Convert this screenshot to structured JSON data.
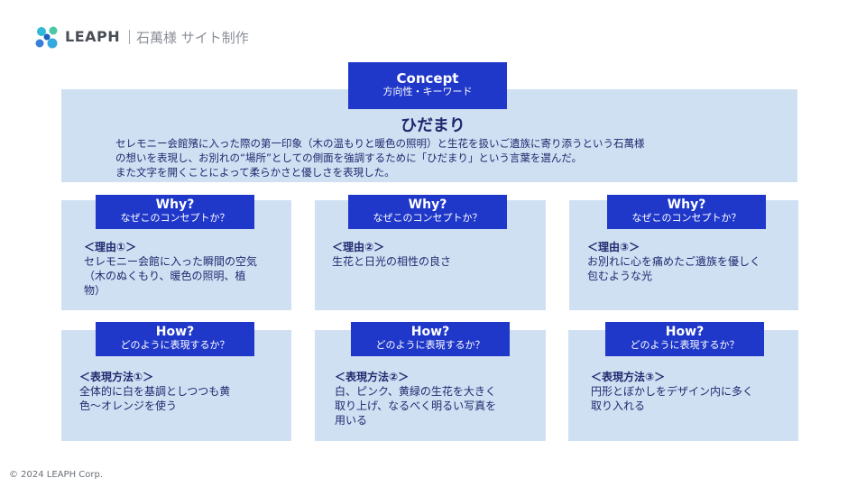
{
  "header": {
    "brand": "LEAPH",
    "subtitle": "石萬様 サイト制作"
  },
  "concept": {
    "tag_title": "Concept",
    "tag_sub": "方向性・キーワード",
    "keyword": "ひだまり",
    "lines": [
      "セレモニー会館殯に入った際の第一印象（木の温もりと暖色の照明）と生花を扱いご遺族に寄り添うという石萬様",
      "の想いを表現し、お別れの“場所”としての側面を強調するために「ひだまり」という言葉を選んだ。",
      "また文字を開くことによって柔らかさと優しさを表現した。"
    ]
  },
  "why": {
    "tag_title": "Why?",
    "tag_sub": "なぜこのコンセプトか？",
    "cards": [
      {
        "heading": "＜理由①＞",
        "lines": [
          "セレモニー会館に入った瞬間の空気",
          "（木のぬくもり、暖色の照明、植",
          "物）"
        ]
      },
      {
        "heading": "＜理由②＞",
        "lines": [
          "生花と日光の相性の良さ"
        ]
      },
      {
        "heading": "＜理由③＞",
        "lines": [
          "お別れに心を痛めたご遺族を優しく",
          "包むような光"
        ]
      }
    ]
  },
  "how": {
    "tag_title": "How?",
    "tag_sub": "どのように表現するか？",
    "cards": [
      {
        "heading": "＜表現方法①＞",
        "lines": [
          "全体的に白を基調としつつも黄",
          "色〜オレンジを使う"
        ]
      },
      {
        "heading": "＜表現方法②＞",
        "lines": [
          "白、ピンク、黄緑の生花を大きく",
          "取り上げ、なるべく明るい写真を",
          "用いる"
        ]
      },
      {
        "heading": "＜表現方法③＞",
        "lines": [
          "円形とぼかしをデザイン内に多く",
          "取り入れる"
        ]
      }
    ]
  },
  "footer": {
    "copyright": "© 2024 LEAPH Corp."
  },
  "colors": {
    "panel": "#cfe0f3",
    "tag": "#1f38c9",
    "text": "#1f2a6e"
  }
}
